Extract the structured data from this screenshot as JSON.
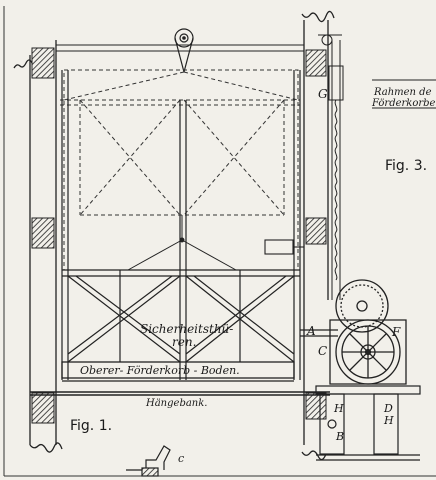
{
  "labels": {
    "fig1": "Fig. 1.",
    "fig3": "Fig. 3.",
    "rahmen_line1": "Rahmen de",
    "rahmen_line2": "Förderkorbe",
    "sicherheit_line1": "Sicherheitsthü-",
    "sicherheit_line2": "ren.",
    "boden": "Oberer- Förderkorb - Boden.",
    "haengebank": "Hängebank.",
    "letter_G": "G",
    "letter_A": "A",
    "letter_F": "F",
    "letter_C": "C",
    "letter_H1": "H",
    "letter_H2": "H",
    "letter_D": "D",
    "letter_B": "B",
    "letter_c": "c"
  }
}
